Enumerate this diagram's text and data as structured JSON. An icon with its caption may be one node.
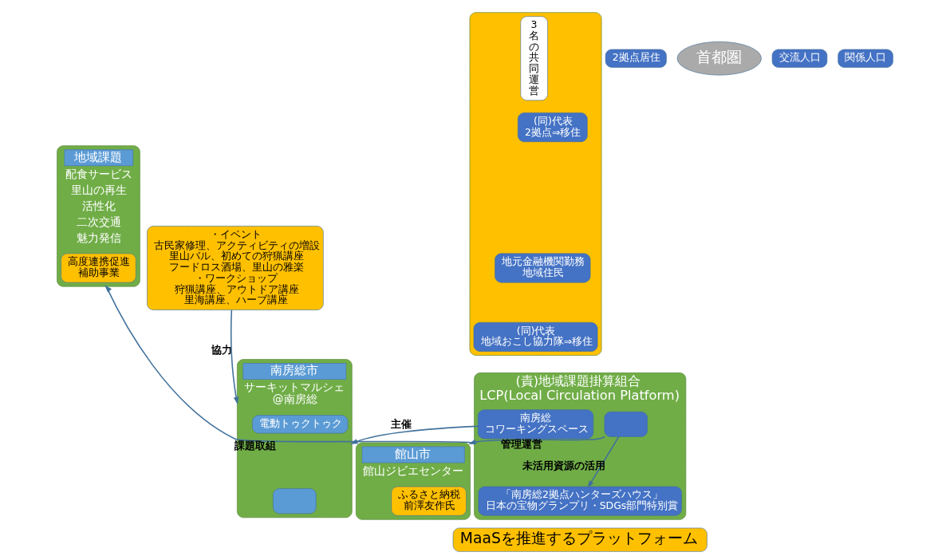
{
  "diagram": {
    "nodes": [
      {
        "text": [
          "地域課題",
          "配食サービス",
          "里山の再生",
          "活性化",
          "二次交通",
          "魅力発信"
        ]
      },
      {
        "text": [
          "高度連携促進補助事業"
        ],
        "in": 0
      },
      {
        "text": [
          "館山市",
          "館山ジビエセンター"
        ]
      },
      {
        "text": [
          "ふるさと納税前澤友作氏"
        ],
        "in": 2
      },
      {
        "text": [],
        "shape": "box"
      },
      {
        "text": [
          "3名の共同運営"
        ],
        "in": 4
      },
      {
        "text": [
          "(同)代表2拠点⇒移住"
        ],
        "in": 4
      },
      {
        "text": [
          "地元金融機関勤務地域住民"
        ],
        "in": 4
      },
      {
        "text": [
          "(同)代表地域おこし協力隊⇒移住"
        ],
        "in": 4
      },
      {
        "text": [
          "・イベント古民家修理、アクティビティの増設里山バル、初めての狩猟講座フードロス酒場、里山の雅楽",
          "・ワークショップ狩猟講座、アウトドア講座里海講座、ハーブ講座"
        ]
      },
      {
        "text": [
          "(責)地域課題掛算組合",
          "LCP(Local Circulation Platform)"
        ]
      },
      {
        "text": [],
        "shape": "box",
        "in": 10
      },
      {
        "text": [
          "南房総コワーキングスペース"
        ],
        "in": 10
      },
      {
        "text": [
          "「南房総2拠点ハンターズハウス」日本の宝物グランプリ・SDGs部門特別賞"
        ],
        "in": 10
      },
      {
        "text": [
          "首都圏"
        ]
      },
      {
        "text": [
          "2拠点居住"
        ]
      },
      {
        "text": [
          "交流人口"
        ]
      },
      {
        "text": [
          "関係人口"
        ]
      },
      {
        "text": [
          "南房総市",
          "サーキットマルシェ@南房総"
        ]
      },
      {
        "text": [
          "電動トゥクトゥク"
        ],
        "in": 18
      },
      {
        "text": [],
        "shape": "box",
        "in": 18
      },
      {
        "text": [
          "MaaSを推進するプラットフォーム"
        ]
      }
    ],
    "edges": [
      {
        "from": 10,
        "to": 0,
        "arrow": "to",
        "label": "課題取組"
      },
      {
        "from": 11,
        "to": 2,
        "arrow": "to",
        "label": "管理運営"
      },
      {
        "from": 11,
        "to": 13,
        "arrow": "to",
        "label": "未活用資源の活用"
      },
      {
        "from": 12,
        "to": 18,
        "arrow": "to",
        "label": "主催"
      },
      {
        "from": 9,
        "to": 18,
        "arrow": "to",
        "label": "協力"
      }
    ]
  }
}
